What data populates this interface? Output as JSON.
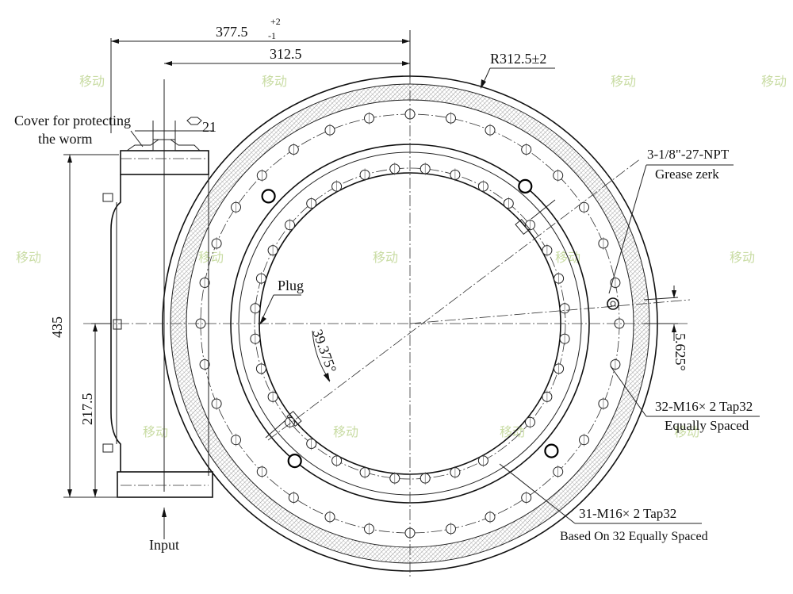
{
  "dimensions": {
    "overall_width": "377.5",
    "overall_tol_upper": "+2",
    "overall_tol_lower": "-1",
    "center_offset": "312.5",
    "outer_radius": "R312.5±2",
    "height": "435",
    "half_height": "217.5",
    "hex_size": "21",
    "angle_plug": "39.375°",
    "angle_offset": "5.625°"
  },
  "callouts": {
    "cover_line1": "Cover for protecting",
    "cover_line2": "the worm",
    "grease_line1": "3-1/8\"-27-NPT",
    "grease_line2": "Grease zerk",
    "plug": "Plug",
    "outer_holes_line1": "32-M16× 2 Tap32",
    "outer_holes_line2": "Equally Spaced",
    "inner_holes_line1": "31-M16× 2 Tap32",
    "inner_holes_line2": "Based On 32 Equally Spaced",
    "input": "Input"
  },
  "watermark": {
    "text": "移动"
  }
}
